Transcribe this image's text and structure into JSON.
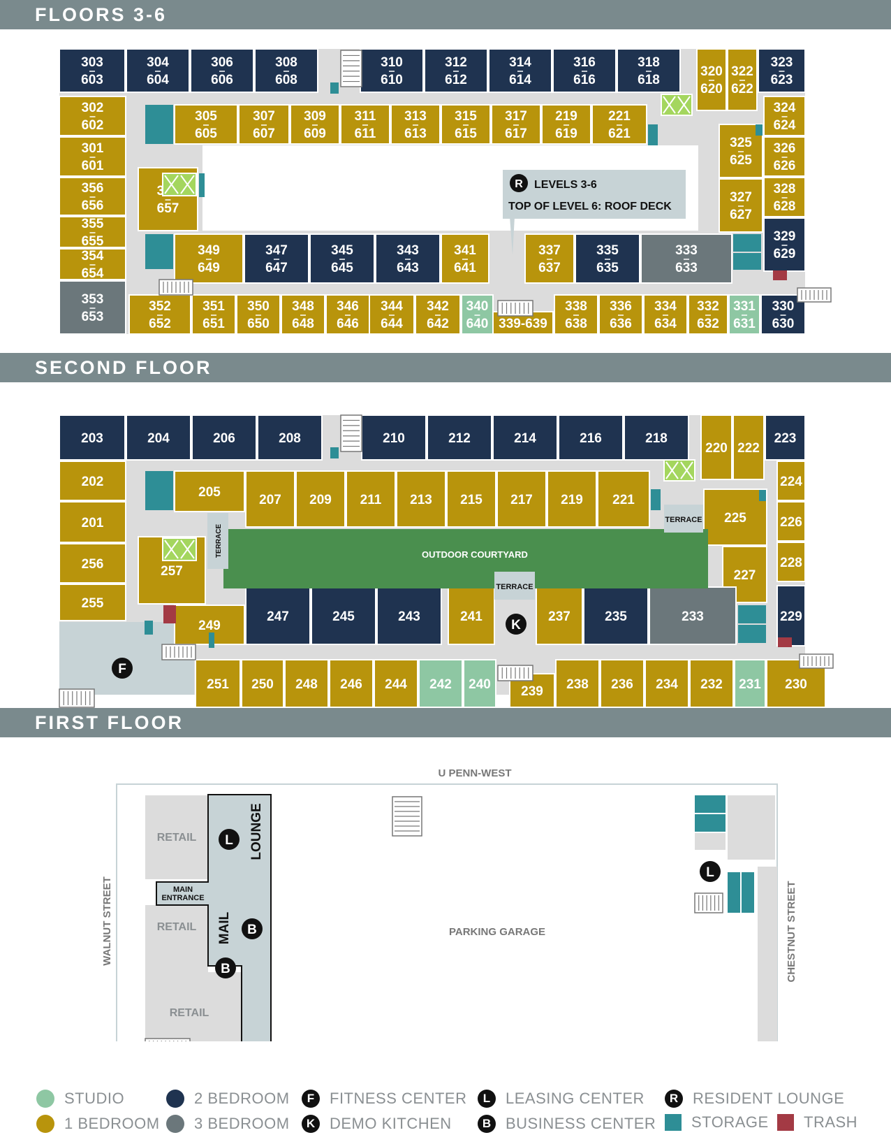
{
  "headers": {
    "floors36": "FLOORS 3-6",
    "second": "SECOND FLOOR",
    "first": "FIRST FLOOR"
  },
  "colors": {
    "studio": "#8ec7a3",
    "one_bed": "#b8940c",
    "two_bed": "#1f3350",
    "three_bed": "#6b777b",
    "storage": "#2e8e96",
    "trash": "#a33a44",
    "corridor": "#dcdcdc",
    "courtyard": "#4a8f4e",
    "terrace": "#c7d3d6",
    "elevator": "#a4d65e"
  },
  "floors36": {
    "callout_badge": "R",
    "callout_line1": "LEVELS 3-6",
    "callout_line2": "TOP OF LEVEL 6: ROOF DECK",
    "units": [
      {
        "t": "303",
        "b": "603",
        "k": "two_bed"
      },
      {
        "t": "304",
        "b": "604",
        "k": "two_bed"
      },
      {
        "t": "306",
        "b": "606",
        "k": "two_bed"
      },
      {
        "t": "308",
        "b": "608",
        "k": "two_bed"
      },
      {
        "t": "310",
        "b": "610",
        "k": "two_bed"
      },
      {
        "t": "312",
        "b": "612",
        "k": "two_bed"
      },
      {
        "t": "314",
        "b": "614",
        "k": "two_bed"
      },
      {
        "t": "316",
        "b": "616",
        "k": "two_bed"
      },
      {
        "t": "318",
        "b": "618",
        "k": "two_bed"
      },
      {
        "t": "320",
        "b": "620",
        "k": "one_bed"
      },
      {
        "t": "322",
        "b": "622",
        "k": "one_bed"
      },
      {
        "t": "323",
        "b": "623",
        "k": "two_bed"
      },
      {
        "t": "302",
        "b": "602",
        "k": "one_bed"
      },
      {
        "t": "301",
        "b": "601",
        "k": "one_bed"
      },
      {
        "t": "356",
        "b": "656",
        "k": "one_bed"
      },
      {
        "t": "355",
        "b": "655",
        "k": "one_bed"
      },
      {
        "t": "354",
        "b": "654",
        "k": "one_bed"
      },
      {
        "t": "353",
        "b": "653",
        "k": "three_bed"
      },
      {
        "t": "305",
        "b": "605",
        "k": "one_bed"
      },
      {
        "t": "307",
        "b": "607",
        "k": "one_bed"
      },
      {
        "t": "309",
        "b": "609",
        "k": "one_bed"
      },
      {
        "t": "311",
        "b": "611",
        "k": "one_bed"
      },
      {
        "t": "313",
        "b": "613",
        "k": "one_bed"
      },
      {
        "t": "315",
        "b": "615",
        "k": "one_bed"
      },
      {
        "t": "317",
        "b": "617",
        "k": "one_bed"
      },
      {
        "t": "219",
        "b": "619",
        "k": "one_bed"
      },
      {
        "t": "221",
        "b": "621",
        "k": "one_bed"
      },
      {
        "t": "324",
        "b": "624",
        "k": "one_bed"
      },
      {
        "t": "326",
        "b": "626",
        "k": "one_bed"
      },
      {
        "t": "328",
        "b": "628",
        "k": "one_bed"
      },
      {
        "t": "329",
        "b": "629",
        "k": "two_bed"
      },
      {
        "t": "325",
        "b": "625",
        "k": "one_bed"
      },
      {
        "t": "327",
        "b": "627",
        "k": "one_bed"
      },
      {
        "t": "357",
        "b": "657",
        "k": "one_bed"
      },
      {
        "t": "349",
        "b": "649",
        "k": "one_bed"
      },
      {
        "t": "347",
        "b": "647",
        "k": "two_bed"
      },
      {
        "t": "345",
        "b": "645",
        "k": "two_bed"
      },
      {
        "t": "343",
        "b": "643",
        "k": "two_bed"
      },
      {
        "t": "341",
        "b": "641",
        "k": "one_bed"
      },
      {
        "t": "337",
        "b": "637",
        "k": "one_bed"
      },
      {
        "t": "335",
        "b": "635",
        "k": "two_bed"
      },
      {
        "t": "333",
        "b": "633",
        "k": "three_bed"
      },
      {
        "t": "352",
        "b": "652",
        "k": "one_bed"
      },
      {
        "t": "351",
        "b": "651",
        "k": "one_bed"
      },
      {
        "t": "350",
        "b": "650",
        "k": "one_bed"
      },
      {
        "t": "348",
        "b": "648",
        "k": "one_bed"
      },
      {
        "t": "346",
        "b": "646",
        "k": "one_bed"
      },
      {
        "t": "344",
        "b": "644",
        "k": "one_bed"
      },
      {
        "t": "342",
        "b": "642",
        "k": "one_bed"
      },
      {
        "t": "340",
        "b": "640",
        "k": "studio"
      },
      {
        "t": "339-639",
        "b": "",
        "k": "one_bed"
      },
      {
        "t": "338",
        "b": "638",
        "k": "one_bed"
      },
      {
        "t": "336",
        "b": "636",
        "k": "one_bed"
      },
      {
        "t": "334",
        "b": "634",
        "k": "one_bed"
      },
      {
        "t": "332",
        "b": "632",
        "k": "one_bed"
      },
      {
        "t": "331",
        "b": "631",
        "k": "studio"
      },
      {
        "t": "330",
        "b": "630",
        "k": "two_bed"
      }
    ]
  },
  "second": {
    "courtyard_label": "OUTDOOR COURTYARD",
    "terrace_label": "TERRACE",
    "fitness_badge": "F",
    "kitchen_badge": "K",
    "units": [
      {
        "t": "203",
        "k": "two_bed"
      },
      {
        "t": "204",
        "k": "two_bed"
      },
      {
        "t": "206",
        "k": "two_bed"
      },
      {
        "t": "208",
        "k": "two_bed"
      },
      {
        "t": "210",
        "k": "two_bed"
      },
      {
        "t": "212",
        "k": "two_bed"
      },
      {
        "t": "214",
        "k": "two_bed"
      },
      {
        "t": "216",
        "k": "two_bed"
      },
      {
        "t": "218",
        "k": "two_bed"
      },
      {
        "t": "220",
        "k": "one_bed"
      },
      {
        "t": "222",
        "k": "one_bed"
      },
      {
        "t": "223",
        "k": "two_bed"
      },
      {
        "t": "202",
        "k": "one_bed"
      },
      {
        "t": "201",
        "k": "one_bed"
      },
      {
        "t": "256",
        "k": "one_bed"
      },
      {
        "t": "255",
        "k": "one_bed"
      },
      {
        "t": "205",
        "k": "one_bed"
      },
      {
        "t": "207",
        "k": "one_bed"
      },
      {
        "t": "209",
        "k": "one_bed"
      },
      {
        "t": "211",
        "k": "one_bed"
      },
      {
        "t": "213",
        "k": "one_bed"
      },
      {
        "t": "215",
        "k": "one_bed"
      },
      {
        "t": "217",
        "k": "one_bed"
      },
      {
        "t": "219",
        "k": "one_bed"
      },
      {
        "t": "221",
        "k": "one_bed"
      },
      {
        "t": "224",
        "k": "one_bed"
      },
      {
        "t": "226",
        "k": "one_bed"
      },
      {
        "t": "228",
        "k": "one_bed"
      },
      {
        "t": "229",
        "k": "two_bed"
      },
      {
        "t": "225",
        "k": "one_bed"
      },
      {
        "t": "227",
        "k": "one_bed"
      },
      {
        "t": "257",
        "k": "one_bed"
      },
      {
        "t": "249",
        "k": "one_bed"
      },
      {
        "t": "247",
        "k": "two_bed"
      },
      {
        "t": "245",
        "k": "two_bed"
      },
      {
        "t": "243",
        "k": "two_bed"
      },
      {
        "t": "241",
        "k": "one_bed"
      },
      {
        "t": "237",
        "k": "one_bed"
      },
      {
        "t": "235",
        "k": "two_bed"
      },
      {
        "t": "233",
        "k": "three_bed"
      },
      {
        "t": "251",
        "k": "one_bed"
      },
      {
        "t": "250",
        "k": "one_bed"
      },
      {
        "t": "248",
        "k": "one_bed"
      },
      {
        "t": "246",
        "k": "one_bed"
      },
      {
        "t": "244",
        "k": "one_bed"
      },
      {
        "t": "242",
        "k": "studio"
      },
      {
        "t": "240",
        "k": "studio"
      },
      {
        "t": "239",
        "k": "one_bed"
      },
      {
        "t": "238",
        "k": "one_bed"
      },
      {
        "t": "236",
        "k": "one_bed"
      },
      {
        "t": "234",
        "k": "one_bed"
      },
      {
        "t": "232",
        "k": "one_bed"
      },
      {
        "t": "231",
        "k": "studio"
      },
      {
        "t": "230",
        "k": "one_bed"
      }
    ]
  },
  "first": {
    "north_street": "U PENN-WEST",
    "west_street": "WALNUT STREET",
    "east_street": "CHESTNUT STREET",
    "retail": "RETAIL",
    "main_entrance_1": "MAIN",
    "main_entrance_2": "ENTRANCE",
    "lounge": "LOUNGE",
    "mail": "MAIL",
    "parking": "PARKING GARAGE",
    "leasing_badge": "L",
    "business_badge": "B"
  },
  "legend": [
    {
      "kind": "dot",
      "color": "#8ec7a3",
      "label": "STUDIO"
    },
    {
      "kind": "dot",
      "color": "#b8940c",
      "label": "1 BEDROOM"
    },
    {
      "kind": "dot",
      "color": "#1f3350",
      "label": "2 BEDROOM"
    },
    {
      "kind": "dot",
      "color": "#6b777b",
      "label": "3 BEDROOM"
    },
    {
      "kind": "badge",
      "badge": "F",
      "label": "FITNESS CENTER"
    },
    {
      "kind": "badge",
      "badge": "K",
      "label": "DEMO KITCHEN"
    },
    {
      "kind": "badge",
      "badge": "L",
      "label": "LEASING CENTER"
    },
    {
      "kind": "badge",
      "badge": "B",
      "label": "BUSINESS CENTER"
    },
    {
      "kind": "badge",
      "badge": "R",
      "label": "RESIDENT LOUNGE"
    },
    {
      "kind": "square",
      "color": "#2e8e96",
      "label": "STORAGE"
    },
    {
      "kind": "square",
      "color": "#a33a44",
      "label": "TRASH"
    }
  ]
}
